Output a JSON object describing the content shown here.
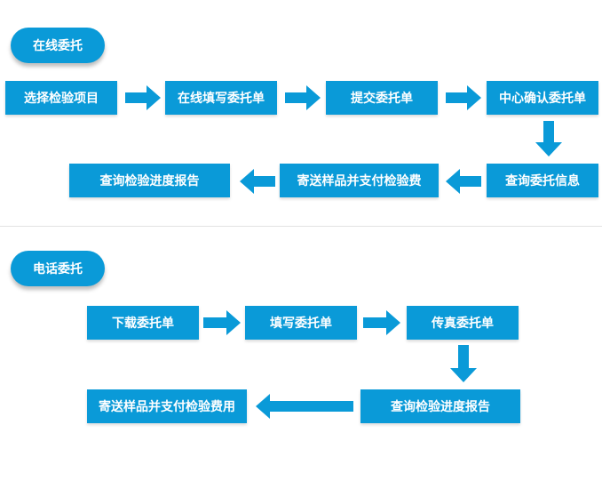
{
  "online": {
    "title": "在线委托",
    "steps": [
      "选择检验项目",
      "在线填写委托单",
      "提交委托单",
      "中心确认委托单",
      "查询委托信息",
      "寄送样品并支付检验费",
      "查询检验进度报告"
    ]
  },
  "phone": {
    "title": "电话委托",
    "steps": [
      "下载委托单",
      "填写委托单",
      "传真委托单",
      "查询检验进度报告",
      "寄送样品并支付检验费用"
    ]
  },
  "colors": {
    "accent": "#0a9ad8",
    "text": "#ffffff",
    "divider": "#e3e3e3"
  },
  "icons": {
    "flow_arrow": "arrow-right-icon / arrow-left-icon / arrow-down-icon"
  }
}
